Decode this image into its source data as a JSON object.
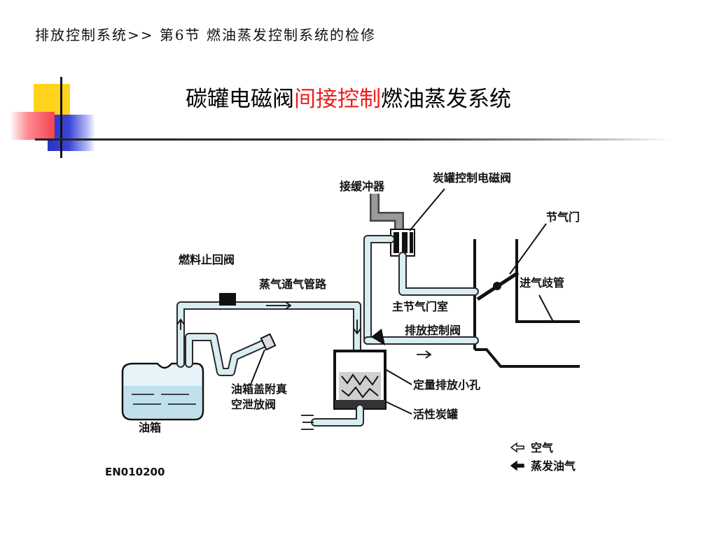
{
  "header": {
    "breadcrumb": "排放控制系统>> 第6节 燃油蒸发控制系统的检修"
  },
  "slide": {
    "title_part1": "碳罐电磁阀",
    "title_highlight": "间接控制",
    "title_part2": "燃油蒸发系统"
  },
  "colors": {
    "accent": "#ee1c1c"
  },
  "diagram": {
    "labels": {
      "buffer": "接缓冲器",
      "canister_valve": "炭罐控制电磁阀",
      "throttle": "节气门",
      "rollover_valve": "燃料止回阀",
      "vapor_line": "蒸气通气管路",
      "intake_manifold": "进气歧管",
      "throttle_body": "主节气门室",
      "purge_valve": "排放控制阀",
      "orifice": "定量排放小孔",
      "cap_line1": "油箱盖附真",
      "cap_line2": "空泄放阀",
      "canister": "活性炭罐",
      "tank": "油箱",
      "legend_air": "空气",
      "legend_vapor": "蒸发油气",
      "code": "EN010200"
    },
    "icons": {
      "legend_air": "hollow-arrow-icon",
      "legend_vapor": "solid-arrow-icon"
    }
  }
}
